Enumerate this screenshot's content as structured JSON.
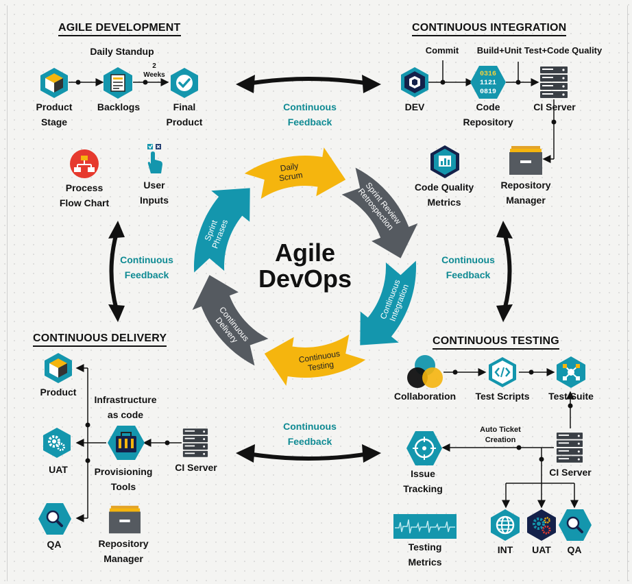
{
  "sections": {
    "agile": {
      "title": "AGILE DEVELOPMENT",
      "daily_standup": "Daily Standup",
      "weeks_num": "2",
      "weeks_word": "Weeks",
      "product_stage": [
        "Product",
        "Stage"
      ],
      "backlogs": "Backlogs",
      "final_product": [
        "Final",
        "Product"
      ],
      "process_flow": [
        "Process",
        "Flow Chart"
      ],
      "user_inputs": [
        "User",
        "Inputs"
      ]
    },
    "ci": {
      "title": "CONTINUOUS INTEGRATION",
      "commit": "Commit",
      "build": "Build+Unit Test+Code Quality",
      "dev": "DEV",
      "code_repo": [
        "Code",
        "Repository"
      ],
      "ci_server": "CI Server",
      "code_quality": [
        "Code Quality",
        "Metrics"
      ],
      "repo_manager": [
        "Repository",
        "Manager"
      ],
      "digits": [
        "0316",
        "1121",
        "0819"
      ]
    },
    "cd": {
      "title": "CONTINUOUS DELIVERY",
      "product": "Product",
      "infra": [
        "Infrastructure",
        "as code"
      ],
      "uat": "UAT",
      "provisioning": [
        "Provisioning",
        "Tools"
      ],
      "ci_server": "CI Server",
      "qa": "QA",
      "repo_manager": [
        "Repository",
        "Manager"
      ]
    },
    "ct": {
      "title": "CONTINUOUS TESTING",
      "collaboration": "Collaboration",
      "test_scripts": "Test Scripts",
      "test_suite": "Test Suite",
      "auto_ticket": [
        "Auto Ticket",
        "Creation"
      ],
      "issue_tracking": [
        "Issue",
        "Tracking"
      ],
      "ci_server": "CI Server",
      "int": "INT",
      "uat": "UAT",
      "qa": "QA",
      "testing_metrics": [
        "Testing",
        "Metrics"
      ]
    }
  },
  "feedback": [
    "Continuous",
    "Feedback"
  ],
  "cycle": {
    "title": [
      "Agile",
      "DevOps"
    ],
    "segments": [
      {
        "name": "daily-scrum",
        "lines": [
          "Daily",
          "Scrum"
        ],
        "color": "#f5b50e"
      },
      {
        "name": "sprint-review",
        "lines": [
          "Sprint Review",
          "Retrospection"
        ],
        "color": "#555a60"
      },
      {
        "name": "continuous-integration",
        "lines": [
          "Continuous",
          "Integration"
        ],
        "color": "#1496ad"
      },
      {
        "name": "continuous-testing",
        "lines": [
          "Continuous",
          "Testing"
        ],
        "color": "#f5b50e"
      },
      {
        "name": "continuous-delivery",
        "lines": [
          "Continuous",
          "Delivery"
        ],
        "color": "#555a60"
      },
      {
        "name": "sprint-phrases",
        "lines": [
          "Sprint",
          "Phrases"
        ],
        "color": "#1496ad"
      }
    ]
  },
  "colors": {
    "teal": "#1496ad",
    "yellow": "#f5b50e",
    "gray": "#555a60",
    "feedback": "#0f8a93"
  }
}
